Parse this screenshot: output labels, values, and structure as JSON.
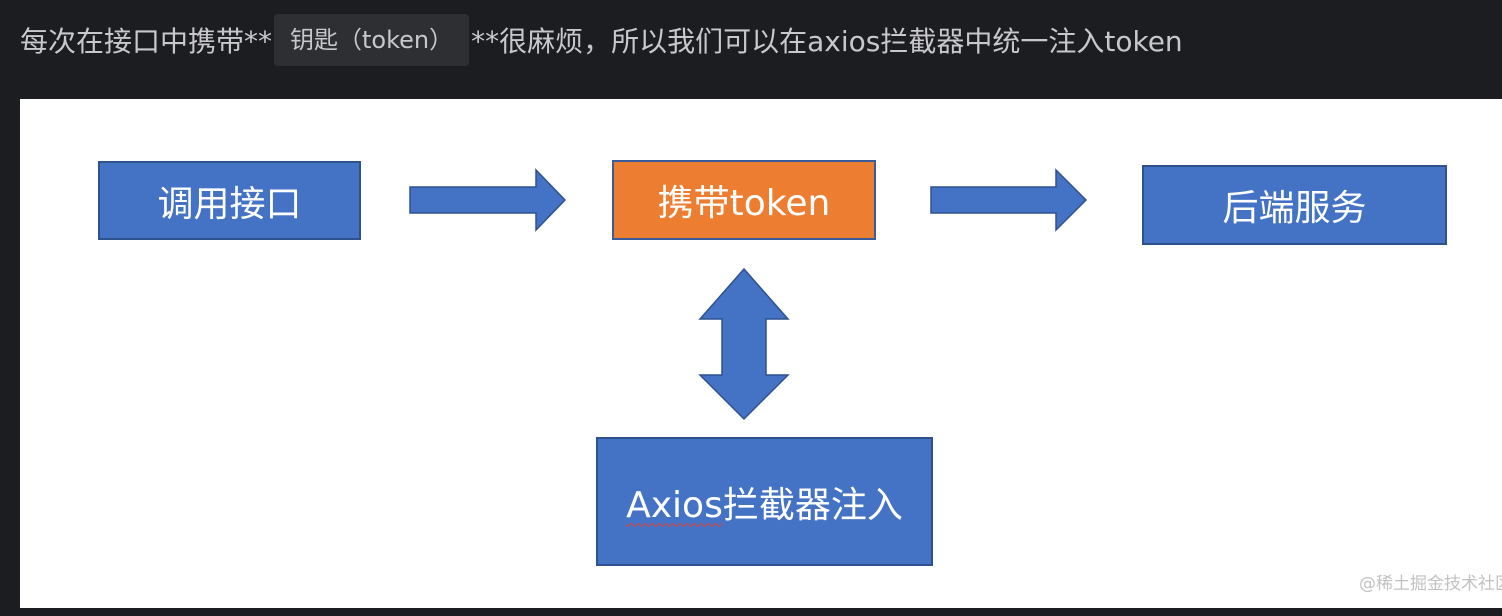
{
  "header": {
    "text_before": "每次在接口中携带**",
    "code": "钥匙（token）",
    "text_after": "**很麻烦，所以我们可以在axios拦截器中统一注入token"
  },
  "diagram": {
    "boxes": {
      "call_api": "调用接口",
      "carry_token": "携带token",
      "backend": "后端服务",
      "interceptor_word": "Axios",
      "interceptor_rest": "拦截器注入"
    },
    "colors": {
      "blue": "#4472c4",
      "orange": "#ed7d31",
      "border": "#2f528f"
    }
  },
  "watermark": "@稀土掘金技术社区"
}
